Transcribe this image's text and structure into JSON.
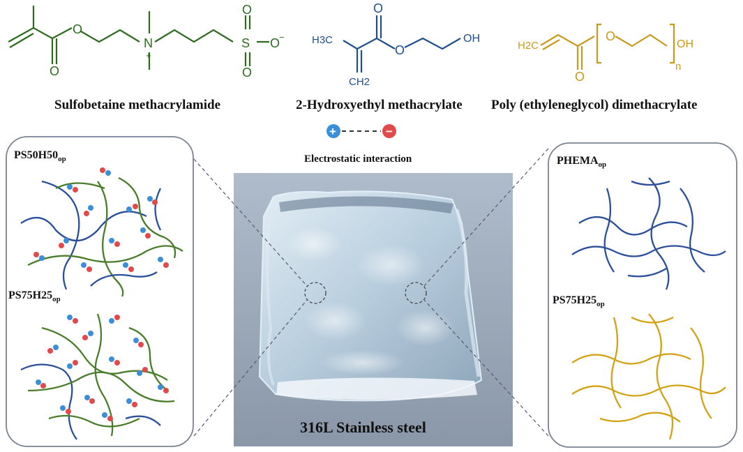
{
  "molecules": {
    "sulfobetaine": {
      "name": "Sulfobetaine methacrylamide",
      "color": "#2d6a1f",
      "atoms": {
        "o_ester": "O",
        "o_carbonyl": "O",
        "n_plus": "N",
        "charge": "+",
        "s": "S",
        "o_minus": "O",
        "minus": "−",
        "o_top": "O",
        "o_bottom": "O"
      }
    },
    "hema": {
      "name": "2-Hydroxyethyl methacrylate",
      "color": "#1f4e8c",
      "atoms": {
        "h3c": "H3C",
        "o_top": "O",
        "o_ester": "O",
        "oh": "OH",
        "ch2": "CH2"
      }
    },
    "pegdma": {
      "name": "Poly (ethyleneglycol) dimethacrylate",
      "color": "#c8991a",
      "atoms": {
        "h2c": "H2C",
        "o_ester": "O",
        "o_carbonyl": "O",
        "oh": "OH",
        "n": "n"
      }
    }
  },
  "legend": {
    "plus": "+",
    "minus": "−",
    "caption": "Electrostatic interaction",
    "plus_color": "#3a8fd8",
    "minus_color": "#e04a4a"
  },
  "panels": {
    "left": {
      "top_label": "PS50H50",
      "top_sub": "op",
      "bottom_label": "PS75H25",
      "bottom_sub": "op"
    },
    "right": {
      "top_label": "PHEMA",
      "top_sub": "op",
      "bottom_label": "PS75H25",
      "bottom_sub": "op"
    }
  },
  "center": {
    "caption": "316L Stainless steel"
  },
  "colors": {
    "green_chain": "#4a7d2a",
    "blue_chain": "#2b4f9a",
    "gold_chain": "#d2a214",
    "panel_border": "#7a8292",
    "dash": "#555a66"
  }
}
